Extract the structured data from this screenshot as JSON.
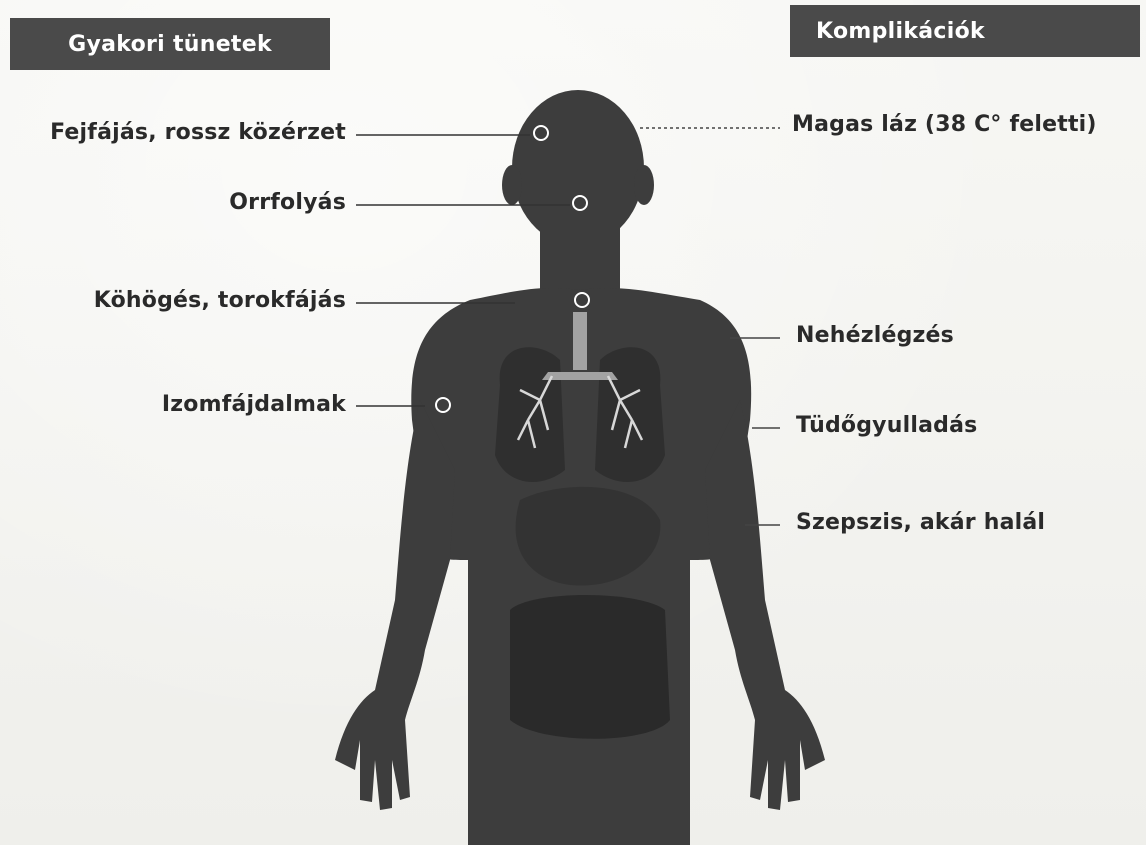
{
  "headers": {
    "symptoms": "Gyakori tünetek",
    "complications": "Komplikációk"
  },
  "symptoms": [
    "Fejfájás, rossz közérzet",
    "Orrfolyás",
    "Köhögés, torokfájás",
    "Izomfájdalmak"
  ],
  "complications": [
    "Magas láz (38 C° feletti)",
    "Nehézlégzés",
    "Tüdőgyulladás",
    "Szepszis, akár halál"
  ],
  "colors": {
    "header_bg": "#4a4a4a",
    "body_silhouette": "#3d3d3d",
    "organ_shade": "#2c2c2c",
    "airway": "#9a9a9a",
    "text": "#2a2a2a"
  }
}
